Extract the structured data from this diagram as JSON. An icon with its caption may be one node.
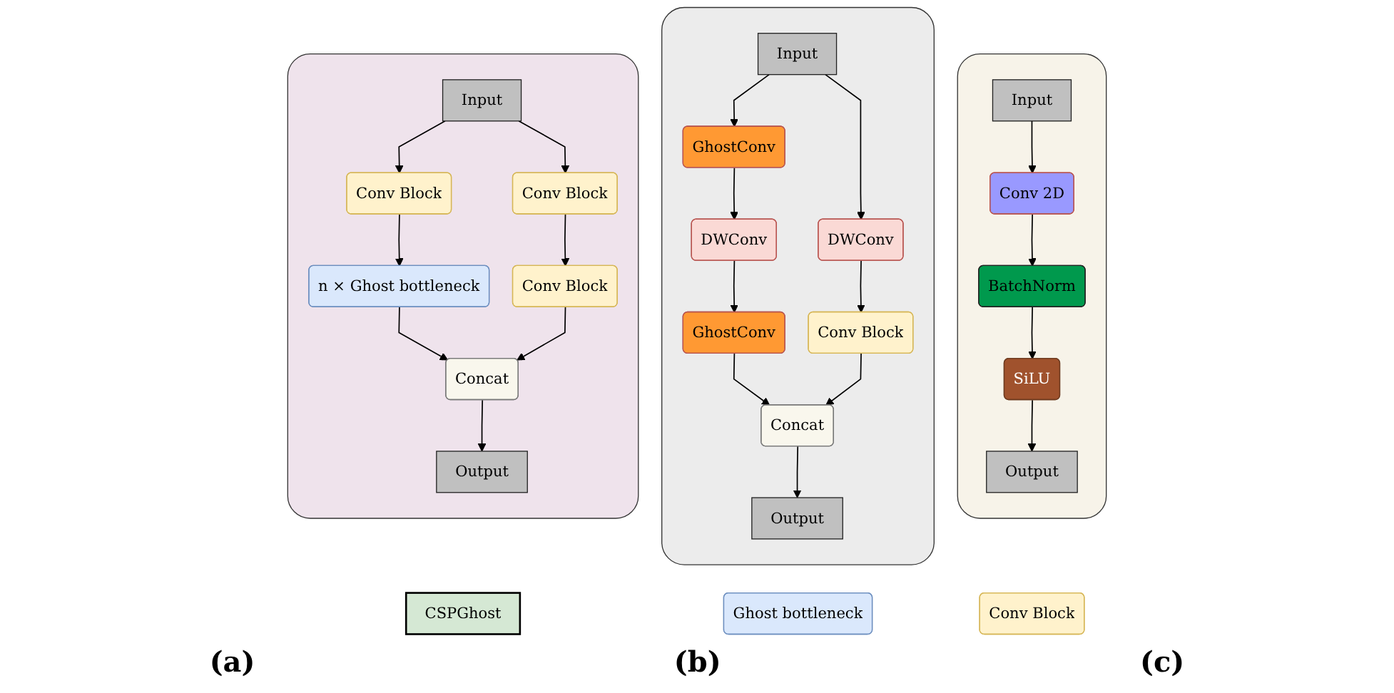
{
  "diagram": {
    "nodes": [
      {
        "text": [],
        "shape": "box"
      },
      {
        "text": [
          "Input"
        ],
        "in": 0
      },
      {
        "text": [
          "Conv Block"
        ],
        "in": 0
      },
      {
        "text": [
          "Conv Block"
        ],
        "in": 0
      },
      {
        "text": [
          "n × Ghost bottleneck"
        ],
        "in": 0
      },
      {
        "text": [
          "Conv Block"
        ],
        "in": 0
      },
      {
        "text": [
          "Concat"
        ],
        "in": 0
      },
      {
        "text": [
          "Output"
        ],
        "in": 0
      },
      {
        "text": [],
        "shape": "box"
      },
      {
        "text": [
          "Input"
        ],
        "in": 8
      },
      {
        "text": [
          "GhostConv"
        ],
        "in": 8
      },
      {
        "text": [
          "DWConv"
        ],
        "in": 8
      },
      {
        "text": [
          "DWConv"
        ],
        "in": 8
      },
      {
        "text": [
          "Conv Block"
        ],
        "in": 8
      },
      {
        "text": [
          "GhostConv"
        ],
        "in": 8
      },
      {
        "text": [
          "Concat"
        ],
        "in": 8
      },
      {
        "text": [
          "Output"
        ],
        "in": 8
      },
      {
        "text": [],
        "shape": "box"
      },
      {
        "text": [
          "Input"
        ],
        "in": 17
      },
      {
        "text": [
          "Conv 2D"
        ],
        "in": 17
      },
      {
        "text": [
          "BatchNorm"
        ],
        "in": 17
      },
      {
        "text": [
          "SiLU"
        ],
        "in": 17
      },
      {
        "text": [
          "Output"
        ],
        "in": 17
      },
      {
        "text": [
          "CSPGhost"
        ]
      },
      {
        "text": [
          "Ghost bottleneck"
        ]
      },
      {
        "text": [
          "Conv Block"
        ]
      }
    ],
    "edges": [
      {
        "from": 1,
        "to": 2,
        "arrow": "to"
      },
      {
        "from": 1,
        "to": 3,
        "arrow": "to"
      },
      {
        "from": 2,
        "to": 4,
        "arrow": "to"
      },
      {
        "from": 3,
        "to": 5,
        "arrow": "to"
      },
      {
        "from": 4,
        "to": 6,
        "arrow": "to"
      },
      {
        "from": 5,
        "to": 6,
        "arrow": "to"
      },
      {
        "from": 6,
        "to": 7,
        "arrow": "to"
      },
      {
        "from": 9,
        "to": 10,
        "arrow": "to"
      },
      {
        "from": 9,
        "to": 11,
        "arrow": "to"
      },
      {
        "from": 10,
        "to": 12,
        "arrow": "to"
      },
      {
        "from": 12,
        "to": 14,
        "arrow": "to"
      },
      {
        "from": 11,
        "to": 13,
        "arrow": "to"
      },
      {
        "from": 14,
        "to": 15,
        "arrow": "to"
      },
      {
        "from": 13,
        "to": 15,
        "arrow": "to"
      },
      {
        "from": 15,
        "to": 16,
        "arrow": "to"
      },
      {
        "from": 18,
        "to": 19,
        "arrow": "to"
      },
      {
        "from": 19,
        "to": 20,
        "arrow": "to"
      },
      {
        "from": 20,
        "to": 21,
        "arrow": "to"
      },
      {
        "from": 21,
        "to": 22,
        "arrow": "to"
      }
    ],
    "labels": [
      "(a)",
      "(b)",
      "(c)"
    ]
  }
}
